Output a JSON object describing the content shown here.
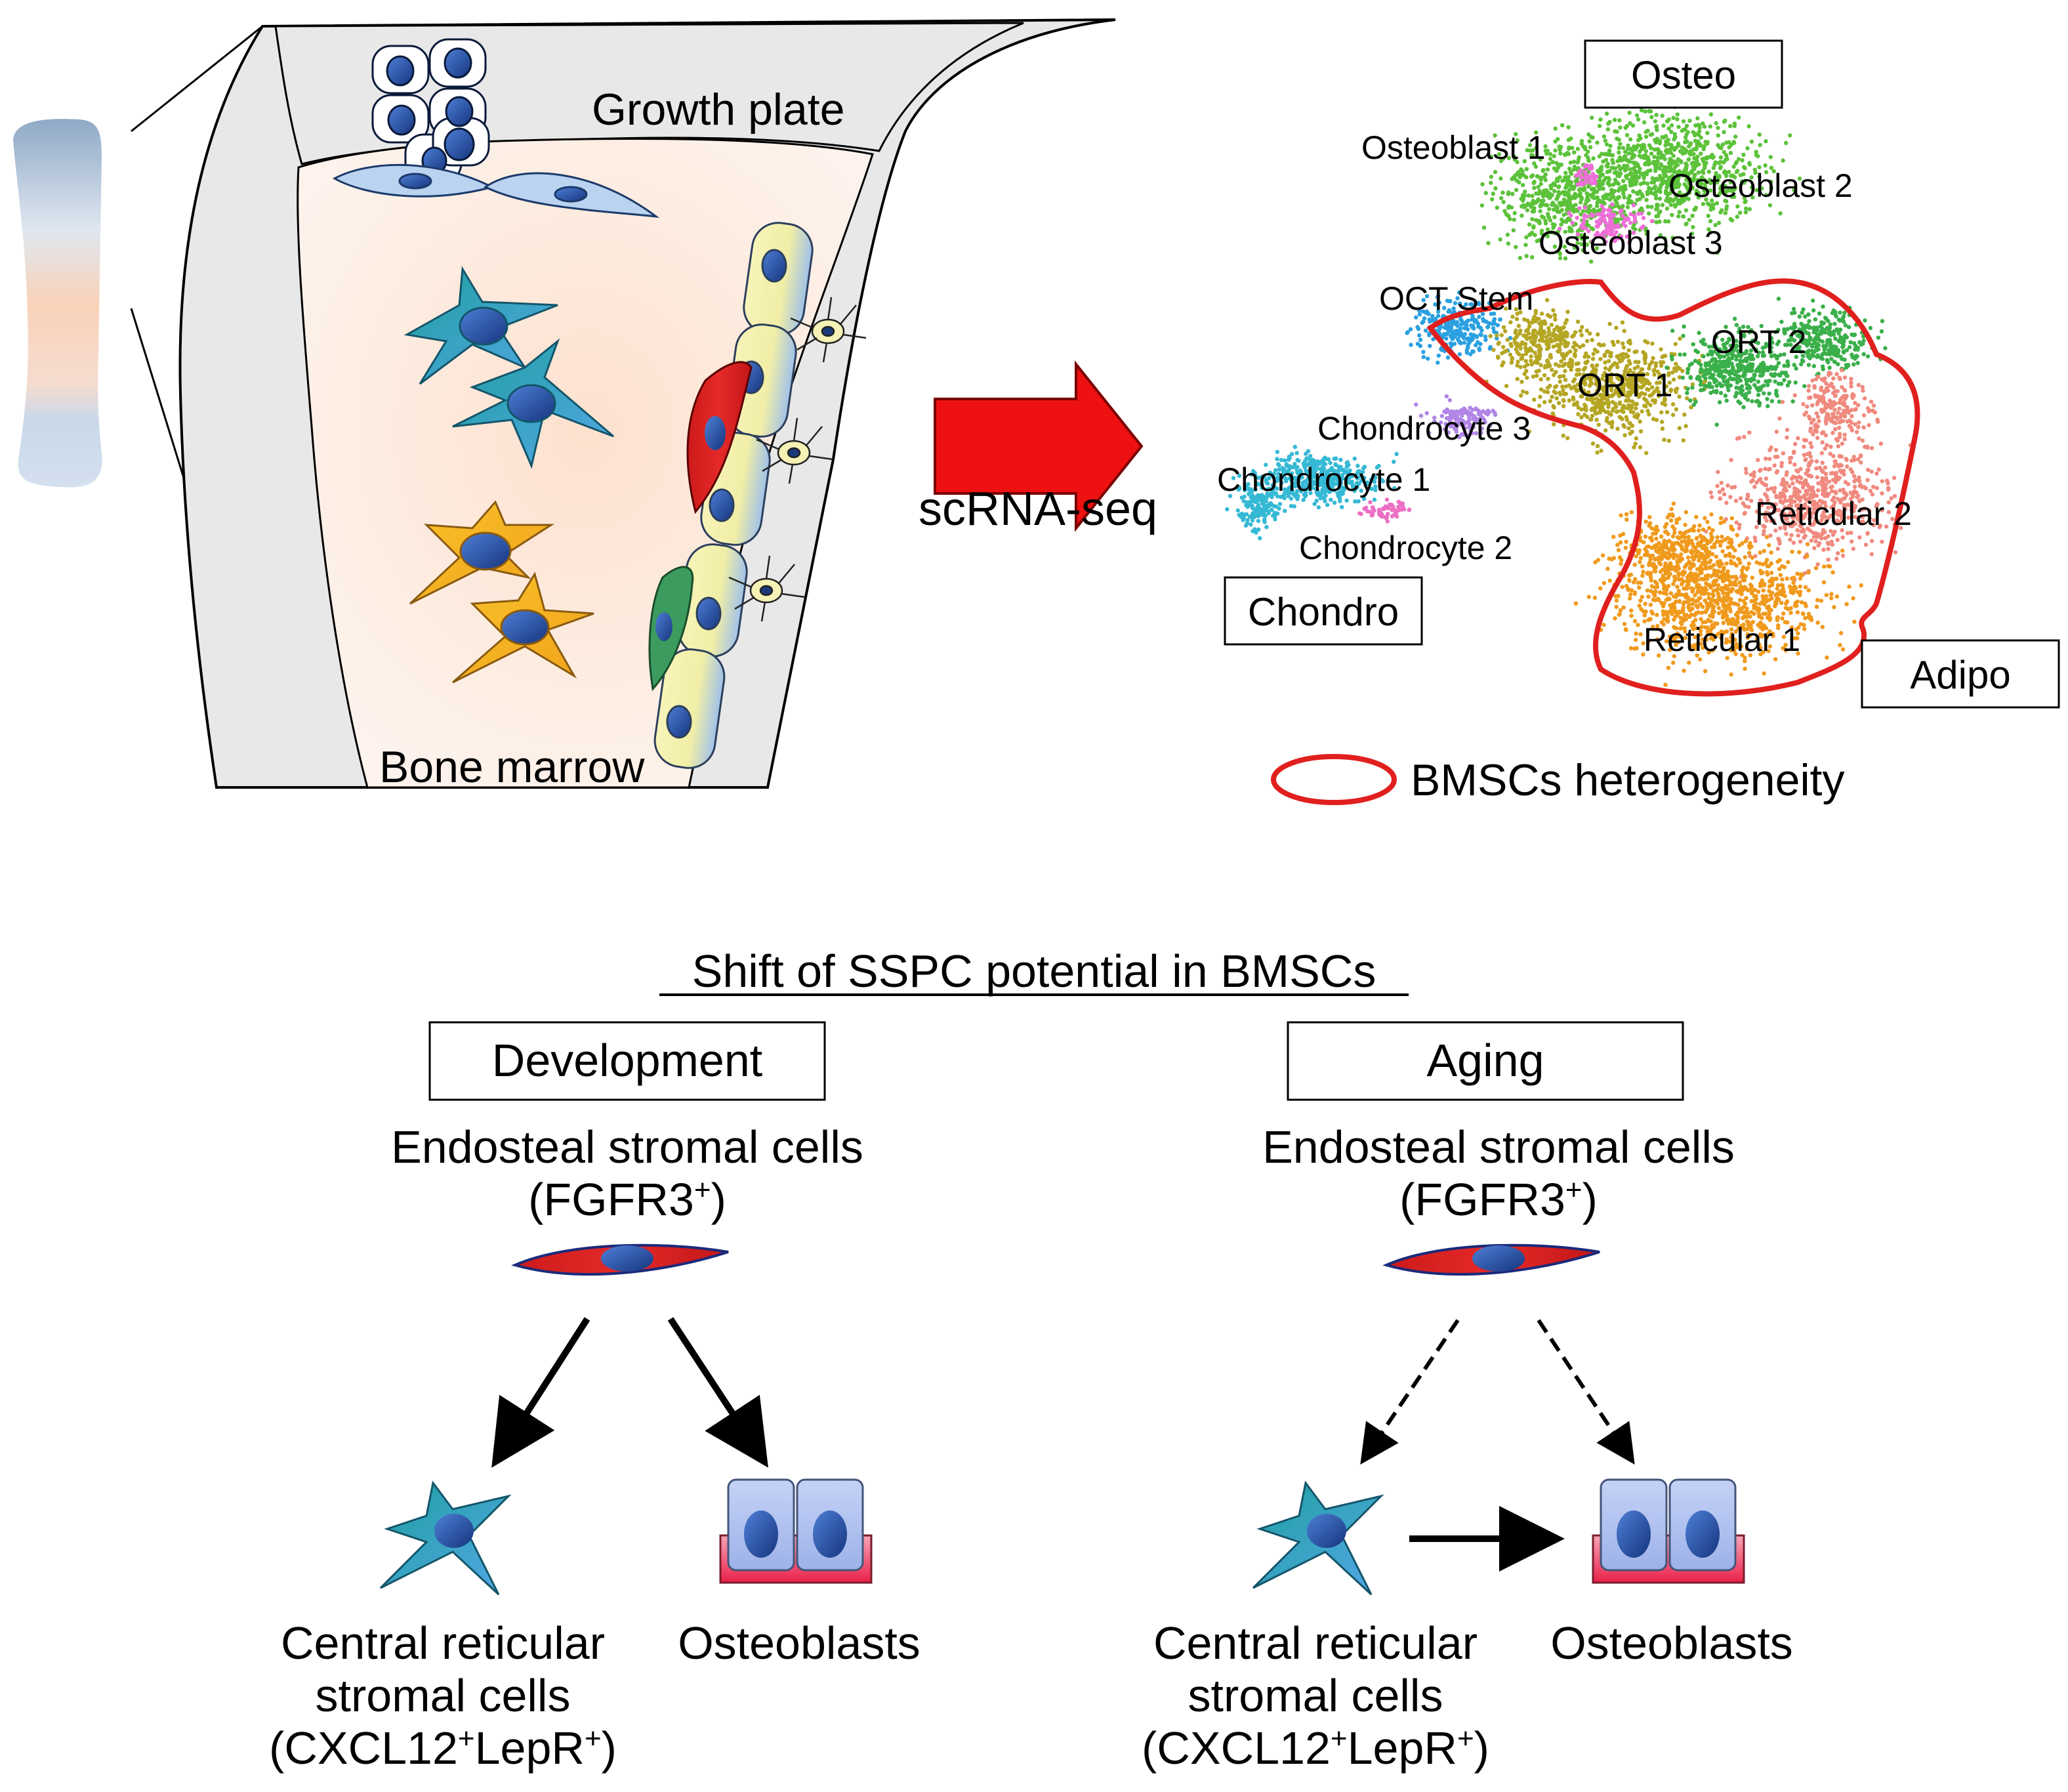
{
  "anatomy": {
    "growth_plate": "Growth plate",
    "bone_marrow": "Bone marrow"
  },
  "method": {
    "label": "scRNA-seq"
  },
  "umap": {
    "groups": {
      "osteo": "Osteo",
      "chondro": "Chondro",
      "adipo": "Adipo"
    },
    "clusters": {
      "osteoblast_1": "Osteoblast 1",
      "osteoblast_2": "Osteoblast 2",
      "osteoblast_3": "Osteoblast 3",
      "oct_stem": "OCT Stem",
      "ort_1": "ORT 1",
      "ort_2": "ORT 2",
      "chondrocyte_1": "Chondrocyte 1",
      "chondrocyte_2": "Chondrocyte 2",
      "chondrocyte_3": "Chondrocyte 3",
      "reticular_1": "Reticular 1",
      "reticular_2": "Reticular 2"
    },
    "legend": "BMSCs heterogeneity"
  },
  "shift": {
    "title": "Shift of SSPC potential in BMSCs",
    "panels": [
      {
        "header": "Development",
        "source_line1": "Endosteal stromal cells",
        "source_marker_pre": "(FGFR3",
        "source_marker_sup": "+",
        "source_marker_post": ")",
        "target_left_line1": "Central reticular",
        "target_left_line2": "stromal cells",
        "target_left_pre": "(CXCL12",
        "target_left_sup1": "+",
        "target_left_mid": "LepR",
        "target_left_sup2": "+",
        "target_left_post": ")",
        "target_right": "Osteoblasts"
      },
      {
        "header": "Aging",
        "source_line1": "Endosteal stromal cells",
        "source_marker_pre": "(FGFR3",
        "source_marker_sup": "+",
        "source_marker_post": ")",
        "target_left_line1": "Central reticular",
        "target_left_line2": "stromal cells",
        "target_left_pre": "(CXCL12",
        "target_left_sup1": "+",
        "target_left_mid": "LepR",
        "target_left_sup2": "+",
        "target_left_post": ")",
        "target_right": "Osteoblasts"
      }
    ]
  },
  "colors": {
    "reticular_1": "#f09a1d",
    "reticular_2": "#f08a7f",
    "ort_1": "#b5a623",
    "ort_2": "#3aaf4a",
    "osteoblast": "#5cc23a",
    "osteoblast_3": "#ee6fd8",
    "oct_stem": "#2aa0e0",
    "chondrocyte_1": "#35b9d5",
    "chondrocyte_2": "#ec6fc4",
    "chondrocyte_3": "#b085e6",
    "bmsc_outline": "#e0201e",
    "main_arrow": "#ee1111"
  }
}
